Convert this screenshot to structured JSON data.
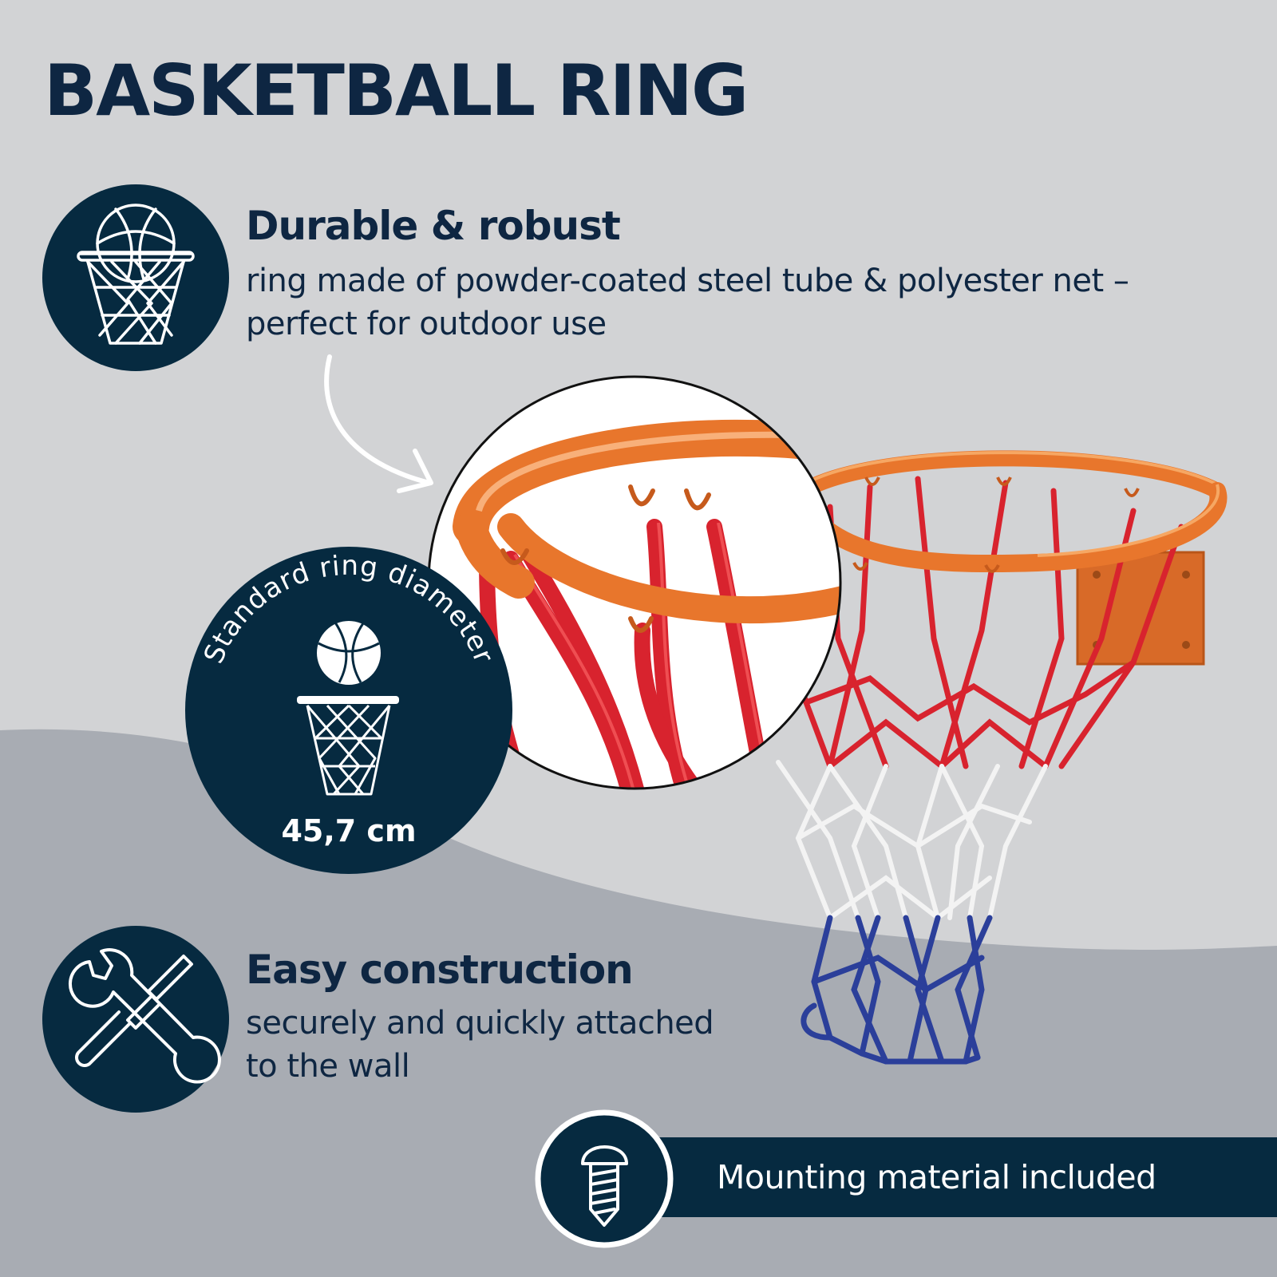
{
  "title": "BASKETBALL RING",
  "features": {
    "durable": {
      "icon": "basketball-hoop-icon",
      "title": "Durable & robust",
      "text_line1": "ring made of powder-coated steel tube & polyester net –",
      "text_line2": "perfect for outdoor use"
    },
    "diameter": {
      "icon": "ball-over-hoop-icon",
      "label": "Standard ring diameter",
      "value": "45,7 cm"
    },
    "construction": {
      "icon": "wrench-screwdriver-icon",
      "title": "Easy construction",
      "text_line1": "securely and quickly attached",
      "text_line2": "to the wall"
    }
  },
  "banner": {
    "icon": "screw-icon",
    "text": "Mounting material included"
  },
  "colors": {
    "navy": "#0e2642",
    "badge": "#062a40",
    "background": "#d2d3d5",
    "wave": "#a8acb3",
    "rim": "#e8762c",
    "net_red": "#d8232e",
    "net_white": "#f3f3f3",
    "net_blue": "#2b3f9a"
  }
}
